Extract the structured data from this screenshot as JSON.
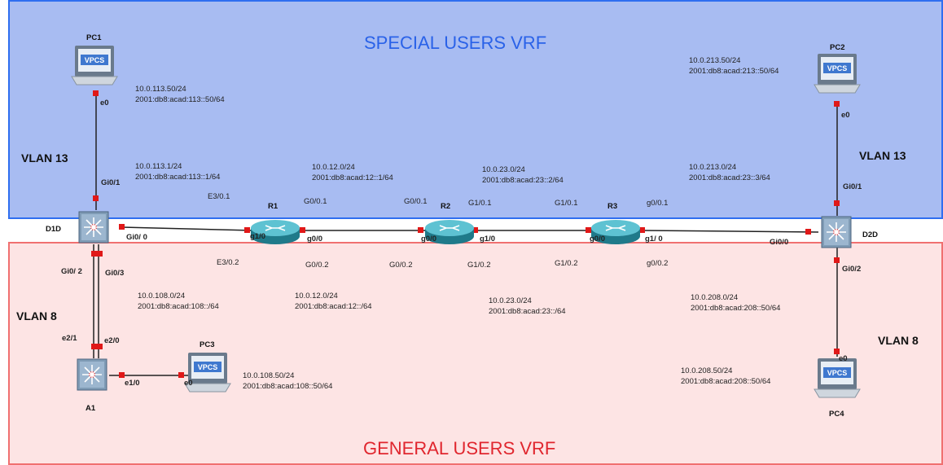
{
  "zones": {
    "special": "SPECIAL USERS VRF",
    "general": "GENERAL USERS VRF"
  },
  "vlans": {
    "v13_left": "VLAN 13",
    "v13_right": "VLAN 13",
    "v8_left": "VLAN 8",
    "v8_right": "VLAN 8"
  },
  "devices": {
    "pc1": "PC1",
    "pc2": "PC2",
    "pc3": "PC3",
    "pc4": "PC4",
    "d1d": "D1D",
    "d2d": "D2D",
    "r1": "R1",
    "r2": "R2",
    "r3": "R3",
    "a1": "A1",
    "vpcs": "VPCS"
  },
  "addresses": {
    "pc1": [
      "10.0.113.50/24",
      "2001:db8:acad:113::50/64"
    ],
    "pc2": [
      "10.0.213.50/24",
      "2001:db8:acad:213::50/64"
    ],
    "d1d_v13": [
      "10.0.113.1/24",
      "2001:db8:acad:113::1/64"
    ],
    "r1r2_v13": [
      "10.0.12.0/24",
      "2001:db8:acad:12::1/64"
    ],
    "r2r3_v13": [
      "10.0.23.0/24",
      "2001:db8:acad:23::2/64"
    ],
    "r3d2_v13": [
      "10.0.213.0/24",
      "2001:db8:acad:23::3/64"
    ],
    "d1d_v8": [
      "10.0.108.0/24",
      "2001:db8:acad:108::/64"
    ],
    "r1r2_v8": [
      "10.0.12.0/24",
      "2001:db8:acad:12::/64"
    ],
    "r2r3_v8": [
      "10.0.23.0/24",
      "2001:db8:acad:23::/64"
    ],
    "d2_v8": [
      "10.0.208.0/24",
      "2001:db8:acad:208::50/64"
    ],
    "pc3": [
      "10.0.108.50/24",
      "2001:db8:acad:108::50/64"
    ],
    "pc4": [
      "10.0.208.50/24",
      "2001:db8:acad:208::50/64"
    ]
  },
  "interfaces": {
    "pc1_e0": "e0",
    "pc2_e0": "e0",
    "pc3_e0": "e0",
    "pc4_e0": "e0",
    "d1d_gi01": "Gi0/1",
    "d1d_gi00": "Gi0/ 0",
    "d1d_gi02": "Gi0/ 2",
    "d1d_gi03": "Gi0/3",
    "a1_e21": "e2/1",
    "a1_e20": "e2/0",
    "a1_e10": "e1/0",
    "r1_e301": "E3/0.1",
    "r1_e302": "E3/0.2",
    "r1_g10": "g1/0",
    "r1_g00": "g0/0",
    "r1_g001": "G0/0.1",
    "r1_g002": "G0/0.2",
    "r2_g001": "G0/0.1",
    "r2_g002": "G0/0.2",
    "r2_g101": "G1/0.1",
    "r2_g102": "G1/0.2",
    "r2_g00": "g0/0",
    "r2_g10": "g1/0",
    "r3_g101": "G1/0.1",
    "r3_g102": "G1/0.2",
    "r3_g001": "g0/0.1",
    "r3_g002": "g0/0.2",
    "r3_g00": "g0/0",
    "r3_g10": "g1/ 0",
    "d2d_gi00": "Gi0/0",
    "d2d_gi01": "Gi0/1",
    "d2d_gi02": "Gi0/2"
  },
  "colors": {
    "special_fill": "#a8bcf2",
    "special_border": "#2f6ef0",
    "general_fill": "#fde4e4",
    "general_border": "#f07070",
    "port_marker": "#e01818"
  }
}
